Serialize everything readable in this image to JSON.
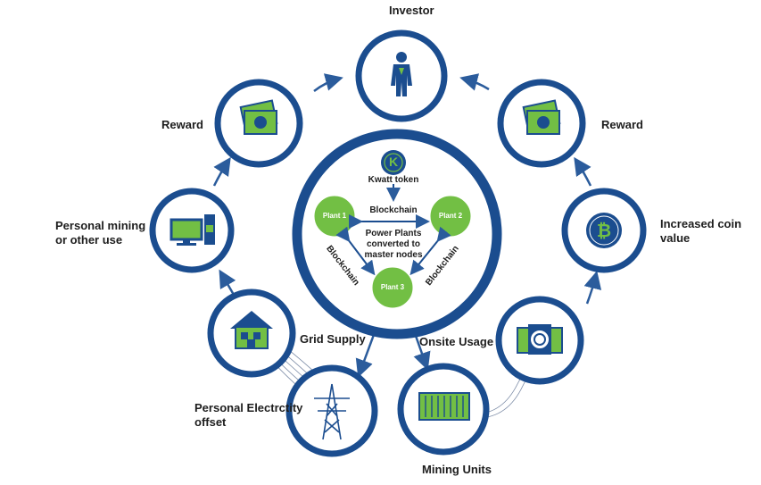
{
  "colors": {
    "ring": "#1b4d8f",
    "green": "#72bf44",
    "arrow": "#2b5c9c"
  },
  "labels": {
    "investor": "Investor",
    "reward_left": "Reward",
    "reward_right": "Reward",
    "personal_mining": "Personal mining\nor other use",
    "increased_coin": "Increased coin\nvalue",
    "grid_supply": "Grid Supply",
    "onsite_usage": "Onsite Usage",
    "personal_offset": "Personal Electrctity\noffset",
    "mining_units": "Mining Units"
  },
  "center": {
    "token_letter": "K",
    "token": "Kwatt token",
    "blockchain_top": "Blockchain",
    "power_plants": "Power Plants\nconverted to\nmaster nodes",
    "blockchain_left": "Blockchain",
    "blockchain_right": "Blockchain",
    "plant1": "Plant 1",
    "plant2": "Plant 2",
    "plant3": "Plant 3"
  },
  "icons": {
    "investor": "person-icon",
    "reward_left": "money-icon",
    "reward_right": "money-icon",
    "personal_mining": "computer-icon",
    "increased_coin": "bitcoin-icon",
    "house": "house-icon",
    "pylon": "power-pylon-icon",
    "mining": "container-icon",
    "onsite": "miner-icon"
  }
}
